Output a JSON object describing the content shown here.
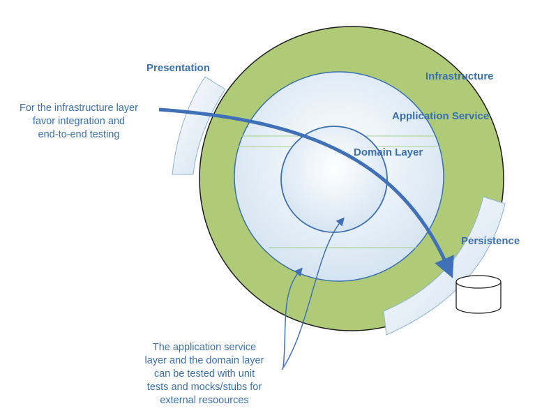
{
  "layers": {
    "presentation": "Presentation",
    "infrastructure": "Infrastructure",
    "application_service": "Application Service",
    "domain": "Domain Layer",
    "persistence": "Persistence"
  },
  "notes": {
    "infrastructure_testing": [
      "For the infrastructure layer",
      "favor integration and",
      "end-to-end testing"
    ],
    "unit_testing": [
      "The application service",
      "layer and the domain layer",
      "can be tested with unit",
      "tests and mocks/stubs for",
      "external resoources"
    ]
  },
  "colors": {
    "outer_ring": "#b0cb78",
    "inner_fill": "#e6eff7",
    "accent": "#3a6fb0",
    "guide_line": "#a9d08e"
  }
}
